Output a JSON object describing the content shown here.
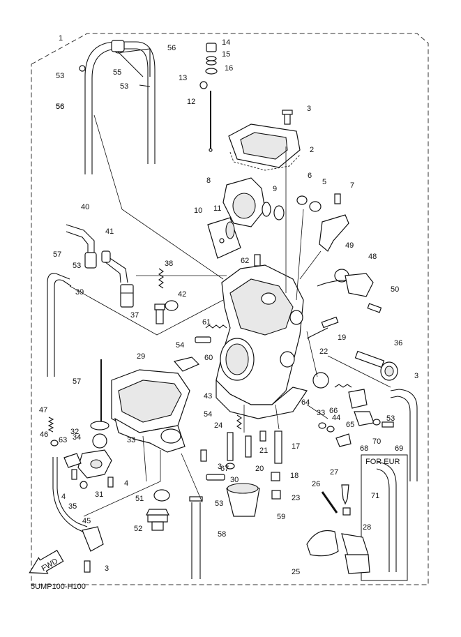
{
  "diagram_code": "5UMP100-H100",
  "fwd_badge": "FWD",
  "region_box_label": "FOR EUR",
  "callouts": [
    "1",
    "56",
    "55",
    "56",
    "53",
    "53",
    "56",
    "14",
    "15",
    "16",
    "13",
    "12",
    "3",
    "2",
    "8",
    "9",
    "6",
    "5",
    "7",
    "10",
    "11",
    "40",
    "41",
    "57",
    "53",
    "38",
    "62",
    "49",
    "48",
    "39",
    "37",
    "42",
    "50",
    "61",
    "60",
    "19",
    "22",
    "36",
    "54",
    "29",
    "43",
    "3",
    "57",
    "47",
    "32",
    "34",
    "33",
    "46",
    "63",
    "54",
    "24",
    "64",
    "66",
    "53",
    "33",
    "44",
    "65",
    "68",
    "70",
    "69",
    "21",
    "17",
    "4",
    "31",
    "4",
    "35",
    "30",
    "3",
    "67",
    "20",
    "18",
    "51",
    "53",
    "23",
    "27",
    "26",
    "71",
    "45",
    "52",
    "58",
    "59",
    "28",
    "25",
    "3"
  ]
}
